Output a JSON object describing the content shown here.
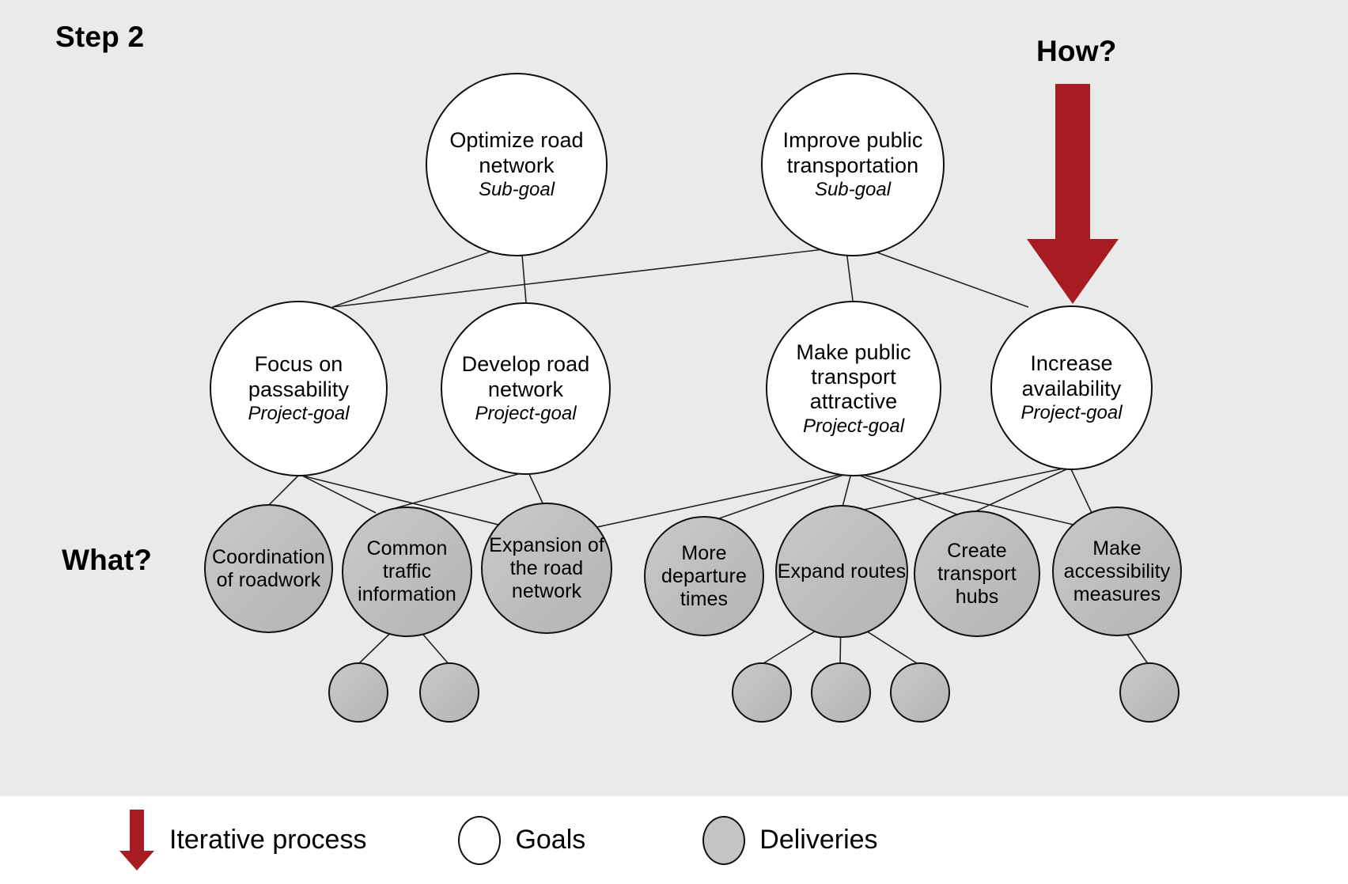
{
  "labels": {
    "step": "Step 2",
    "how": "How?",
    "what": "What?"
  },
  "colors": {
    "panel_background": "#eaeaea",
    "arrow_red": "#A61C22",
    "goal_fill": "#ffffff",
    "delivery_fill": "#c2c2c2",
    "node_stroke": "#111111"
  },
  "sub_goals": [
    {
      "title": "Optimize road network",
      "kind": "Sub-goal"
    },
    {
      "title": "Improve public transportation",
      "kind": "Sub-goal"
    }
  ],
  "project_goals": [
    {
      "title": "Focus on passability",
      "kind": "Project-goal"
    },
    {
      "title": "Develop  road network",
      "kind": "Project-goal"
    },
    {
      "title": "Make public transport attractive",
      "kind": "Project-goal"
    },
    {
      "title": "Increase availability",
      "kind": "Project-goal"
    }
  ],
  "deliveries": [
    {
      "title": "Coordination of roadwork"
    },
    {
      "title": "Common traffic information"
    },
    {
      "title": "Expansion of the road network"
    },
    {
      "title": "More departure times"
    },
    {
      "title": "Expand routes"
    },
    {
      "title": "Create transport hubs"
    },
    {
      "title": "Make accessibility measures"
    }
  ],
  "sub_deliveries": [
    {
      "title": ""
    },
    {
      "title": ""
    },
    {
      "title": ""
    },
    {
      "title": ""
    },
    {
      "title": ""
    },
    {
      "title": ""
    }
  ],
  "legend": {
    "items": [
      {
        "icon": "down-arrow-icon",
        "label": "Iterative process"
      },
      {
        "icon": "white-circle-icon",
        "label": "Goals"
      },
      {
        "icon": "gray-circle-icon",
        "label": "Deliveries"
      }
    ]
  },
  "chart_data": {
    "type": "diagram",
    "title": "Step 2",
    "description": "Goal hierarchy tree: sub-goals decompose into project-goals which decompose into deliveries.",
    "axes_annotations": {
      "top": "How?",
      "left": "What?"
    },
    "levels": [
      {
        "level": 1,
        "name": "Sub-goal",
        "nodes": [
          "Optimize road network",
          "Improve public transportation"
        ]
      },
      {
        "level": 2,
        "name": "Project-goal",
        "nodes": [
          "Focus on passability",
          "Develop  road network",
          "Make public transport attractive",
          "Increase availability"
        ]
      },
      {
        "level": 3,
        "name": "Delivery",
        "nodes": [
          "Coordination of roadwork",
          "Common traffic information",
          "Expansion of the road network",
          "More departure times",
          "Expand routes",
          "Create transport hubs",
          "Make accessibility measures"
        ]
      },
      {
        "level": 4,
        "name": "Sub-delivery",
        "nodes": [
          "",
          "",
          "",
          "",
          "",
          ""
        ]
      }
    ],
    "edges": [
      [
        "Optimize road network",
        "Focus on passability"
      ],
      [
        "Optimize road network",
        "Develop  road network"
      ],
      [
        "Improve public transportation",
        "Focus on passability"
      ],
      [
        "Improve public transportation",
        "Make public transport attractive"
      ],
      [
        "Improve public transportation",
        "Increase availability"
      ],
      [
        "Focus on passability",
        "Coordination of roadwork"
      ],
      [
        "Focus on passability",
        "Common traffic information"
      ],
      [
        "Focus on passability",
        "Expansion of the road network"
      ],
      [
        "Develop  road network",
        "Common traffic information"
      ],
      [
        "Develop  road network",
        "Expansion of the road network"
      ],
      [
        "Make public transport attractive",
        "Expansion of the road network"
      ],
      [
        "Make public transport attractive",
        "More departure times"
      ],
      [
        "Make public transport attractive",
        "Expand routes"
      ],
      [
        "Make public transport attractive",
        "Create transport hubs"
      ],
      [
        "Make public transport attractive",
        "Make accessibility measures"
      ],
      [
        "Increase availability",
        "Expand routes"
      ],
      [
        "Increase availability",
        "Create transport hubs"
      ],
      [
        "Increase availability",
        "Make accessibility measures"
      ],
      [
        "Common traffic information",
        "sub-delivery-1"
      ],
      [
        "Common traffic information",
        "sub-delivery-2"
      ],
      [
        "Expand routes",
        "sub-delivery-3"
      ],
      [
        "Expand routes",
        "sub-delivery-4"
      ],
      [
        "Expand routes",
        "sub-delivery-5"
      ],
      [
        "Make accessibility measures",
        "sub-delivery-6"
      ]
    ]
  }
}
